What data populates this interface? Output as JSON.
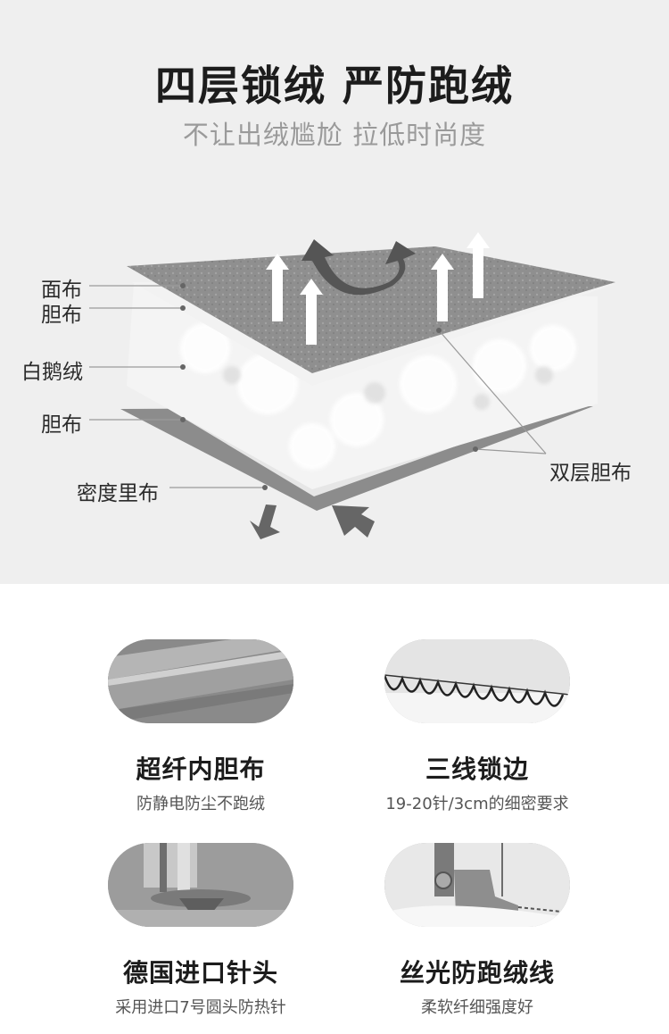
{
  "header": {
    "title": "四层锁绒 严防跑绒",
    "subtitle": "不让出绒尴尬 拉低时尚度"
  },
  "diagram": {
    "labels": {
      "face": "面布",
      "liner1": "胆布",
      "down": "白鹅绒",
      "liner2": "胆布",
      "dense": "密度里布",
      "double": "双层胆布"
    }
  },
  "features": [
    {
      "icon": "fabric-roll-icon",
      "title": "超纤内胆布",
      "desc": "防静电防尘不跑绒"
    },
    {
      "icon": "overlock-stitch-icon",
      "title": "三线锁边",
      "desc": "19-20针/3cm的细密要求"
    },
    {
      "icon": "sewing-needle-icon",
      "title": "德国进口针头",
      "desc": "采用进口7号圆头防热针"
    },
    {
      "icon": "presser-foot-icon",
      "title": "丝光防跑绒线",
      "desc": "柔软纤细强度好"
    }
  ]
}
